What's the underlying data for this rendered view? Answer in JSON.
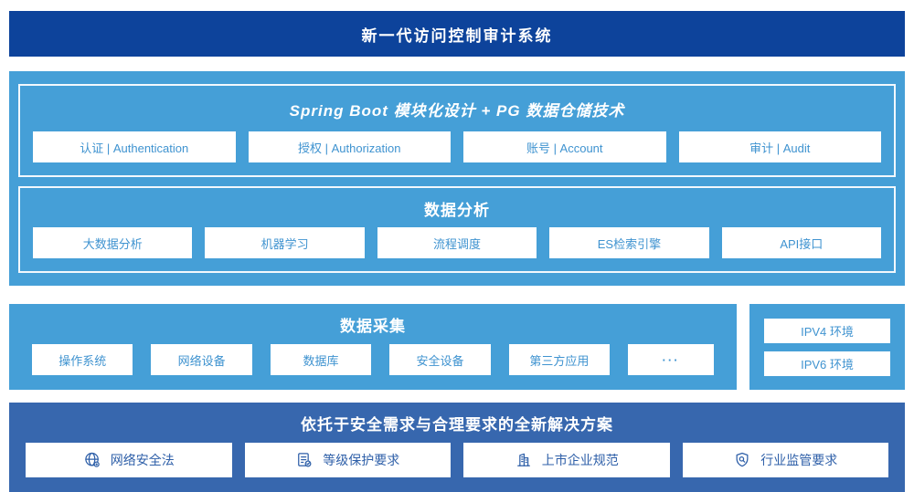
{
  "colors": {
    "banner_bg": "#0d439b",
    "light_section_bg": "#459fd7",
    "solution_bg": "#3767ae",
    "cell_text": "#3f93d0",
    "solution_text": "#2e5fa8",
    "cell_bg": "#ffffff"
  },
  "banner": {
    "title": "新一代访问控制审计系统"
  },
  "platform": {
    "spring": {
      "title": "Spring Boot 模块化设计 + PG 数据仓储技术",
      "modules": [
        "认证 | Authentication",
        "授权 | Authorization",
        "账号 | Account",
        "审计 | Audit"
      ]
    },
    "analysis": {
      "title": "数据分析",
      "modules": [
        "大数据分析",
        "机器学习",
        "流程调度",
        "ES检索引擎",
        "API接口"
      ]
    }
  },
  "collection": {
    "title": "数据采集",
    "modules": [
      "操作系统",
      "网络设备",
      "数据库",
      "安全设备",
      "第三方应用",
      "···"
    ]
  },
  "network": {
    "items": [
      "IPV4 环境",
      "IPV6 环境"
    ]
  },
  "solution": {
    "title": "依托于安全需求与合理要求的全新解决方案",
    "items": [
      {
        "icon": "globe-icon",
        "label": "网络安全法"
      },
      {
        "icon": "document-check-icon",
        "label": "等级保护要求"
      },
      {
        "icon": "buildings-icon",
        "label": "上市企业规范"
      },
      {
        "icon": "shield-search-icon",
        "label": "行业监管要求"
      }
    ]
  }
}
